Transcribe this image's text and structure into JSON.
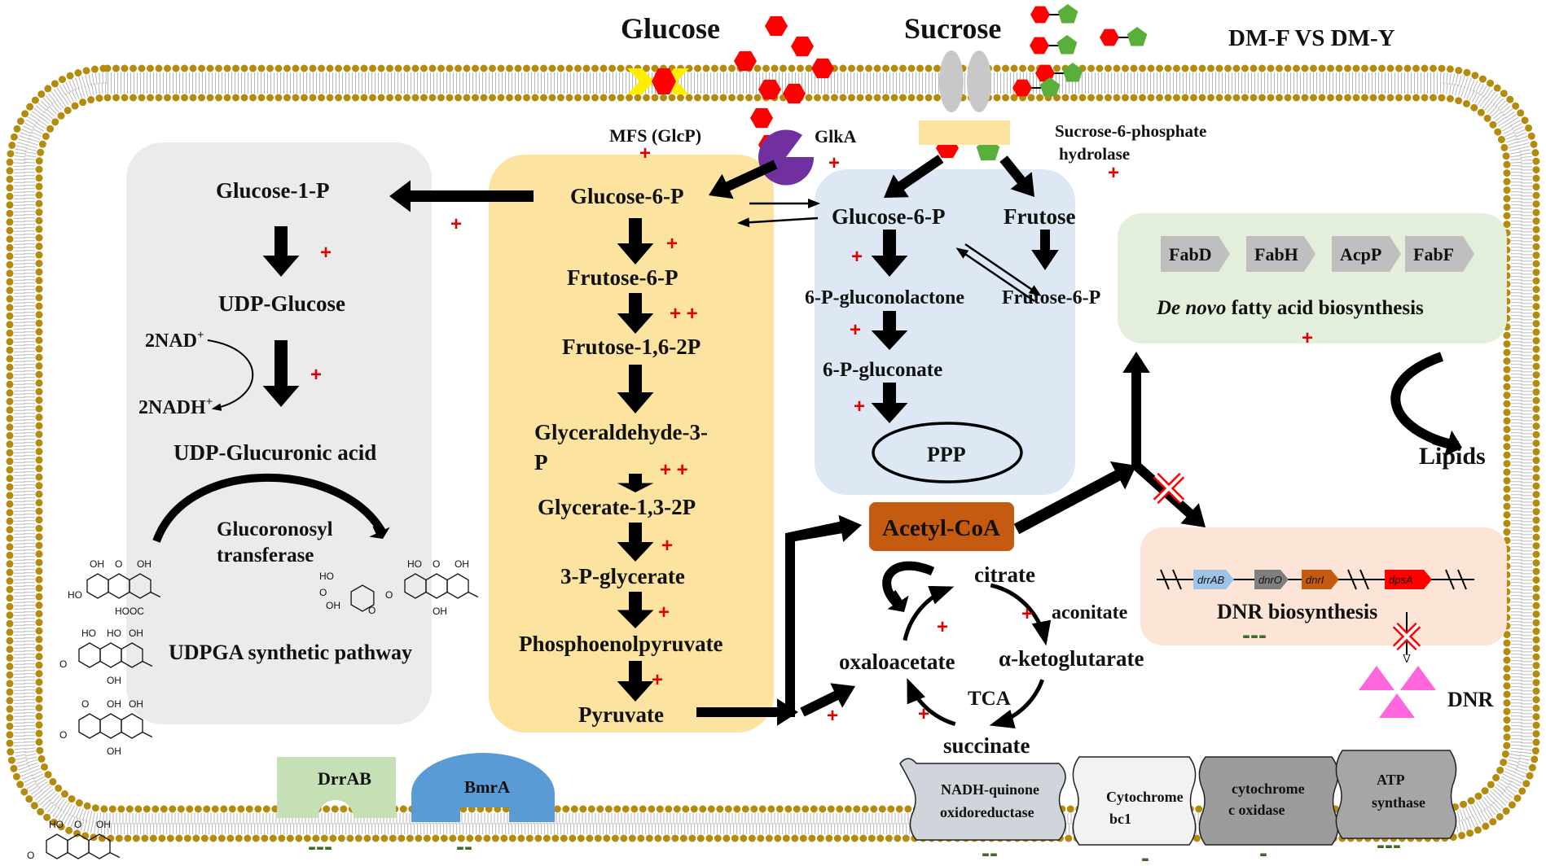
{
  "header": {
    "comparison": "DM-F VS DM-Y"
  },
  "inputs": {
    "glucose": "Glucose",
    "sucrose": "Sucrose"
  },
  "transporters": {
    "mfs": "MFS (GlcP)",
    "glka": "GlkA",
    "sucrose_hydrolase_1": "Sucrose-6-phosphate",
    "sucrose_hydrolase_2": "hydrolase"
  },
  "udpga": {
    "glucose1p": "Glucose-1-P",
    "udp_glucose": "UDP-Glucose",
    "nad": "2NAD",
    "nad_sup": "+",
    "nadh": "2NADH",
    "nadh_sup": "+",
    "udp_glucuronic": "UDP-Glucuronic acid",
    "enzyme_1": "Glucoronosyl",
    "enzyme_2": "transferase",
    "pathway_label": "UDPGA synthetic pathway",
    "struct_labels": [
      "OH",
      "O",
      "OH",
      "HO",
      "HOOC",
      "HO",
      "HO",
      "OH",
      "O",
      "OH",
      "O",
      "OH",
      "OH",
      "O",
      "OH",
      "HO",
      "O",
      "OH",
      "O",
      "OH",
      "HO",
      "O",
      "OH",
      "O",
      "OH",
      "HO",
      "O"
    ]
  },
  "glycolysis": {
    "g6p": "Glucose-6-P",
    "f6p": "Frutose-6-P",
    "f16bp": "Frutose-1,6-2P",
    "gap_1": "Glyceraldehyde-3-",
    "gap_2": "P",
    "g13bp": "Glycerate-1,3-2P",
    "pg3": "3-P-glycerate",
    "pep": "Phosphoenolpyruvate",
    "pyruvate": "Pyruvate"
  },
  "ppp": {
    "g6p": "Glucose-6-P",
    "frutose": "Frutose",
    "f6p": "Frutose-6-P",
    "gluconolactone": "6-P-gluconolactone",
    "gluconate": "6-P-gluconate",
    "ppp": "PPP"
  },
  "fatty_acid": {
    "genes": [
      "FabD",
      "FabH",
      "AcpP",
      "FabF"
    ],
    "label_italic": "De novo",
    "label_rest": " fatty acid biosynthesis",
    "lipids": "Lipids"
  },
  "tca": {
    "acetyl_coa": "Acetyl-CoA",
    "citrate": "citrate",
    "aconitate": "aconitate",
    "akg": "α-ketoglutarate",
    "oxaloacetate": "oxaloacetate",
    "tca": "TCA",
    "succinate": "succinate"
  },
  "dnr": {
    "genes": [
      "drrAB",
      "dnrO",
      "dnrI",
      "dpsA"
    ],
    "label": "DNR biosynthesis",
    "product": "DNR"
  },
  "membrane": {
    "drrab": "DrrAB",
    "bmra": "BmrA",
    "nadh_1": "NADH-quinone",
    "nadh_2": "oxidoreductase",
    "cyt_1": "Cytochrome",
    "cyt_2": "bc1",
    "cox_1": "cytochrome",
    "cox_2": "c oxidase",
    "atp_1": "ATP",
    "atp_2": "synthase"
  },
  "marks": {
    "up": "+",
    "up2": "+ +",
    "down1": "-",
    "down2": "--",
    "down3": "---"
  },
  "colors": {
    "membrane": "#b58b0d",
    "udpga_bg": "#ebebeb",
    "glycolysis_bg": "#fde3a0",
    "ppp_bg": "#dde8f4",
    "fatty_bg": "#e3efdb",
    "dnr_bg": "#fce4d6",
    "acetyl": "#c55a11",
    "hexagon": "#ff0000",
    "pentagon": "#5aae3a",
    "up": "#e00000",
    "down": "#3e6b2a"
  }
}
